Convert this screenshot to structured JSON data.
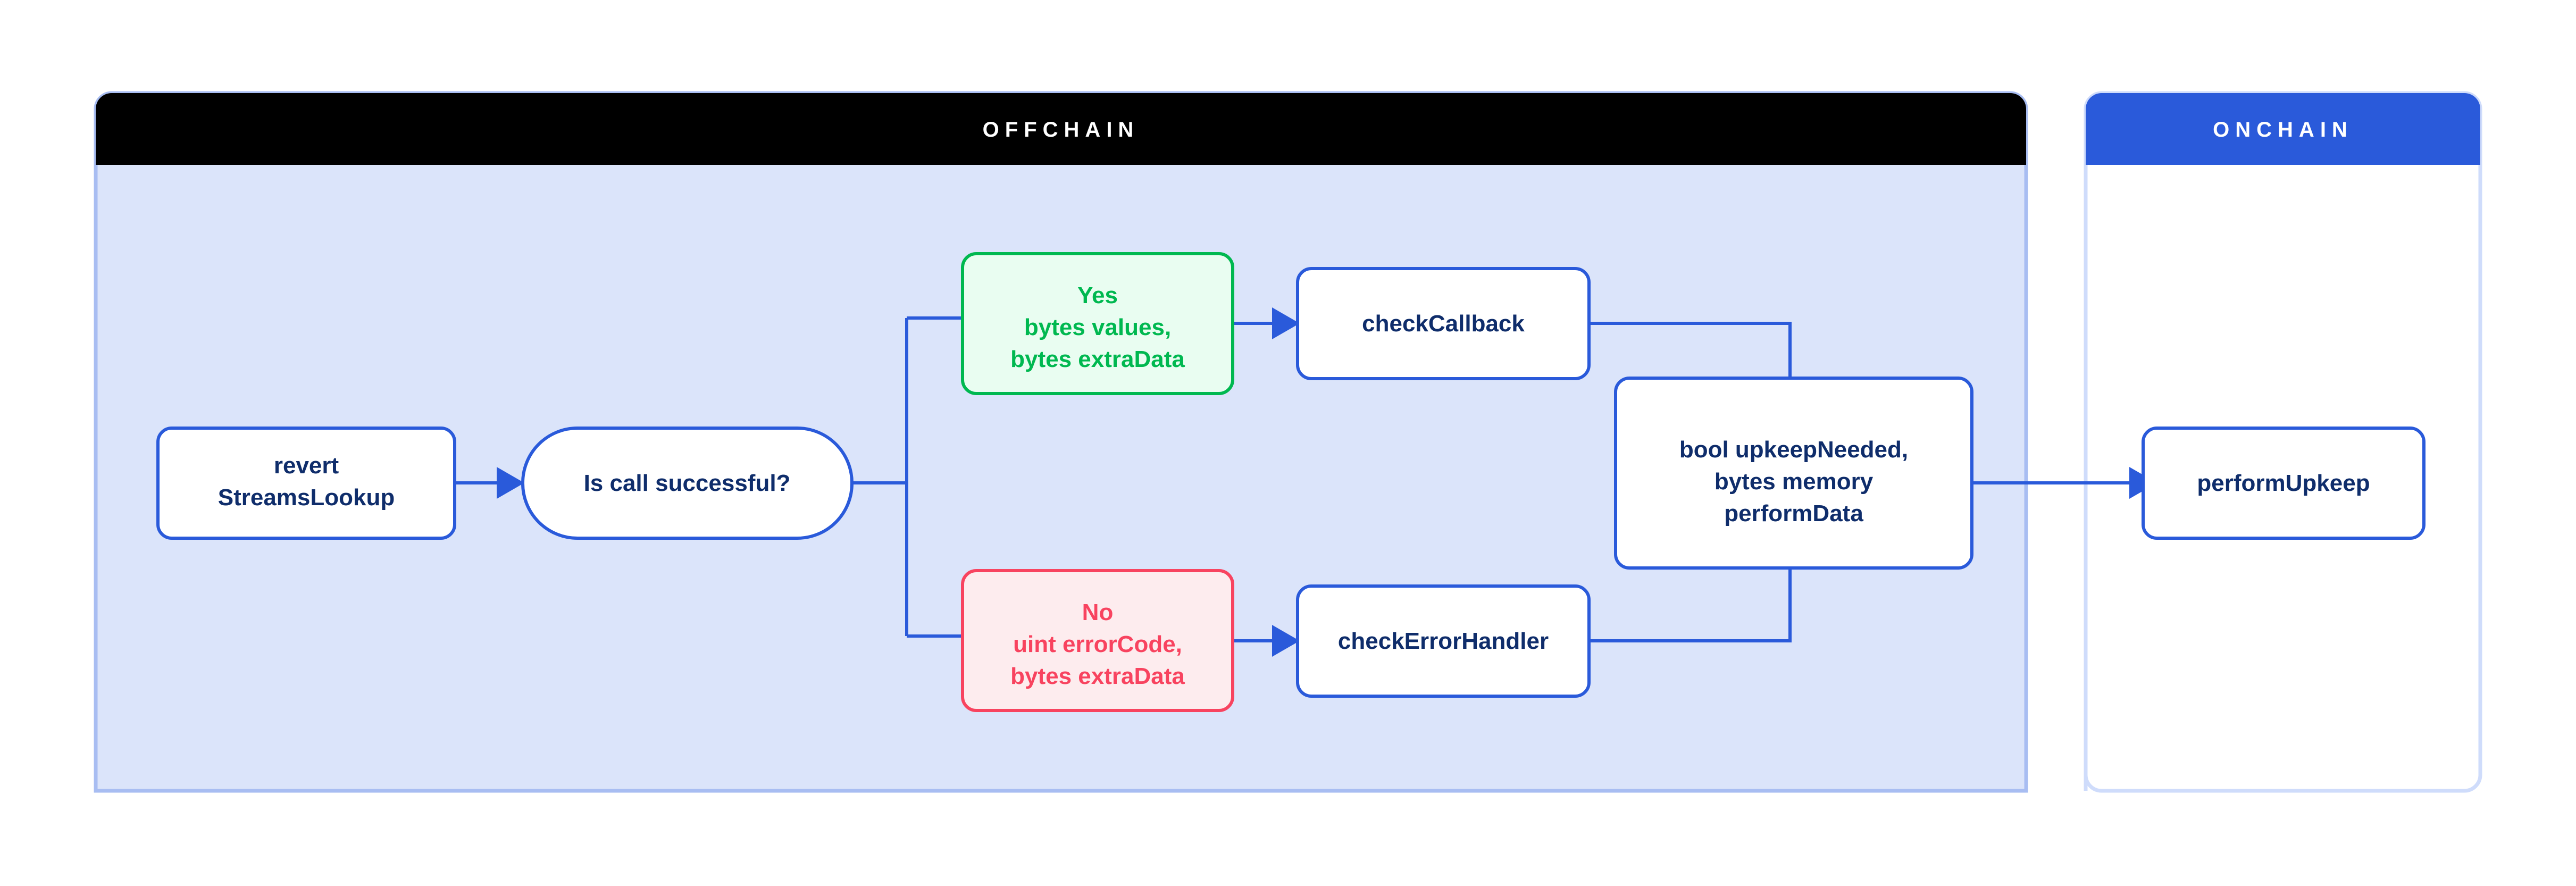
{
  "diagram": {
    "title_offchain": "OFFCHAIN",
    "title_onchain": "ONCHAIN",
    "colors": {
      "offchain_header_bg": "#000000",
      "offchain_body_bg": "#dbe4fa",
      "offchain_border": "#a8bdf2",
      "onchain_header_bg": "#2a5ada",
      "onchain_body_bg": "#ffffff",
      "onchain_border": "#cfdcfb",
      "node_border": "#2a5ada",
      "node_text": "#0f2d6b",
      "success_border": "#00b850",
      "success_bg": "#e9fdf1",
      "success_text": "#00b850",
      "error_border": "#f8435f",
      "error_bg": "#fdecee",
      "error_text": "#f8435f",
      "connector": "#2a5ada"
    }
  },
  "nodes": {
    "revert": {
      "line1": "revert",
      "line2": "StreamsLookup"
    },
    "decision": {
      "line1": "Is call successful?"
    },
    "yes": {
      "line1": "Yes",
      "line2": "bytes values,",
      "line3": "bytes extraData"
    },
    "no": {
      "line1": "No",
      "line2": "uint errorCode,",
      "line3": "bytes extraData"
    },
    "check_callback": {
      "line1": "checkCallback"
    },
    "check_error_handler": {
      "line1": "checkErrorHandler"
    },
    "upkeep_result": {
      "line1": "bool upkeepNeeded,",
      "line2": "bytes memory",
      "line3": "performData"
    },
    "perform_upkeep": {
      "line1": "performUpkeep"
    }
  },
  "edges": [
    {
      "from": "revert",
      "to": "decision",
      "label": ""
    },
    {
      "from": "decision",
      "to": "yes",
      "label": ""
    },
    {
      "from": "decision",
      "to": "no",
      "label": ""
    },
    {
      "from": "yes",
      "to": "check_callback",
      "label": ""
    },
    {
      "from": "no",
      "to": "check_error_handler",
      "label": ""
    },
    {
      "from": "check_callback",
      "to": "upkeep_result",
      "label": ""
    },
    {
      "from": "check_error_handler",
      "to": "upkeep_result",
      "label": ""
    },
    {
      "from": "upkeep_result",
      "to": "perform_upkeep",
      "label": ""
    }
  ]
}
